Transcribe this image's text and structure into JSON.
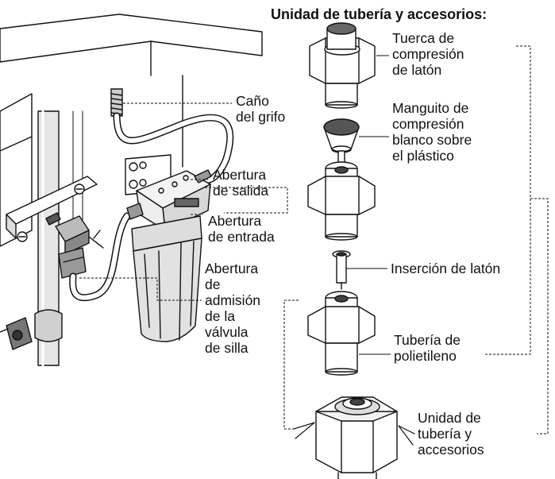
{
  "heading": "Unidad de tubería y accesorios:",
  "labels": {
    "faucet_spout": [
      "Caño",
      "del grifo"
    ],
    "outlet": [
      "Abertura",
      "de salida"
    ],
    "inlet": [
      "Abertura",
      "de entrada"
    ],
    "saddle_valve_inlet": [
      "Abertura",
      "de",
      "admisión",
      "de la",
      "válvula",
      "de silla"
    ],
    "brass_nut": [
      "Tuerca de",
      "compresión",
      "de latón"
    ],
    "white_sleeve": [
      "Manguito de",
      "compresión",
      "blanco sobre",
      "el plástico"
    ],
    "brass_insert": [
      "Inserción de latón"
    ],
    "polyethylene_tubing": [
      "Tubería de",
      "polietileno"
    ],
    "fitting_assembly": [
      "Unidad de",
      "tubería y",
      "accesorios"
    ]
  }
}
